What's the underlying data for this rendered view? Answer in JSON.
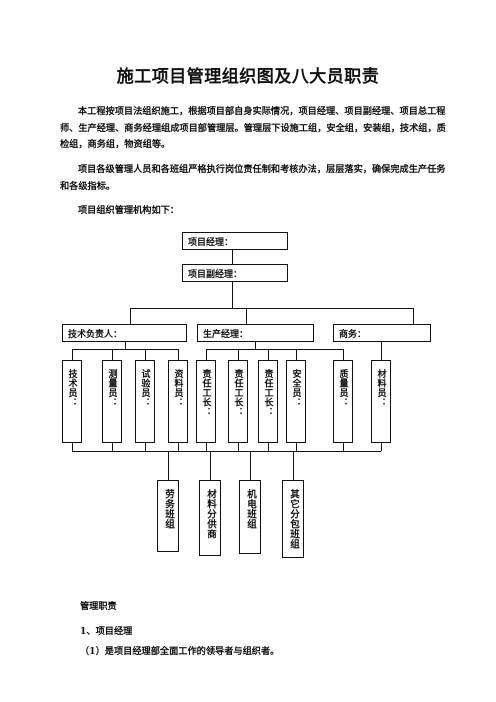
{
  "title": "施工项目管理组织图及八大员职责",
  "intro": {
    "p1": "本工程按项目法组织施工，根据项目部自身实际情况，项目经理、项目副经理、项目总工程师、生产经理、商务经理组成项目部管理层。管理层下设施工组，安全组，安装组，技术组，质检组，商务组，物资组等。",
    "p2": "项目各级管理人员和各班组严格执行岗位责任制和考核办法，层层落实，确保完成生产任务和各级指标。",
    "p3": "项目组织管理机构如下："
  },
  "org": {
    "manager": "项目经理：",
    "deputy": "项目副经理：",
    "tech_head": "技术负责人：",
    "production_manager": "生产经理：",
    "commerce": "商务：",
    "staff": [
      "技术员：",
      "测量员：",
      "试验员：",
      "资料员：",
      "责任工长：",
      "责任工长：",
      "责任工长：",
      "安全员：",
      "质量员：",
      "材料员："
    ],
    "teams": [
      "劳务班组",
      "材料分供商",
      "机电班组",
      "其它分包班组"
    ]
  },
  "duties": {
    "heading": "管理职责",
    "item1": "1、项目经理",
    "item1_1": "（1）是项目经理部全面工作的领导者与组织者。"
  }
}
